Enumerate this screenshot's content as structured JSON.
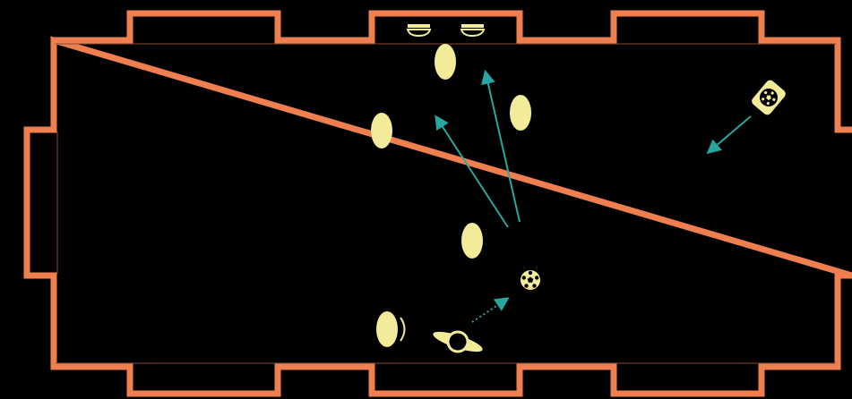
{
  "colors": {
    "background": "#000000",
    "boundary": "#f07f50",
    "player": "#f2eb9a",
    "arrow": "#27a7a0",
    "ball_lines": "#000000"
  },
  "pitch": {
    "name": "play-area",
    "boundary_style": "stepped-outline"
  },
  "players": [
    {
      "name": "player-top-center",
      "icon": "ellipse-player"
    },
    {
      "name": "player-left",
      "icon": "ellipse-player"
    },
    {
      "name": "player-right",
      "icon": "ellipse-player"
    },
    {
      "name": "player-lower-center",
      "icon": "ellipse-player"
    },
    {
      "name": "player-bottom-left",
      "icon": "ellipse-player"
    }
  ],
  "pieces": {
    "ball": {
      "icon": "soccer-ball-icon"
    },
    "ball_card": {
      "icon": "soccer-ball-card-icon"
    },
    "spinner": {
      "icon": "spinner-player-icon"
    },
    "goal_markers": [
      {
        "icon": "goal-marker-icon"
      },
      {
        "icon": "goal-marker-icon"
      }
    ]
  },
  "arrows": [
    {
      "name": "pass-arrow-to-top-player",
      "style": "solid"
    },
    {
      "name": "pass-arrow-to-left-player",
      "style": "solid"
    },
    {
      "name": "card-direction-arrow",
      "style": "solid"
    },
    {
      "name": "kick-arrow-to-ball",
      "style": "dotted"
    }
  ]
}
